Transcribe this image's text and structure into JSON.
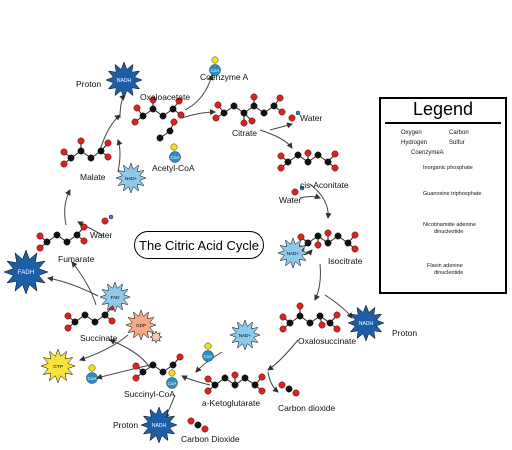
{
  "title": "The Citric Acid Cycle",
  "legend": {
    "title": "Legend",
    "oxygen": "Oxygen",
    "carbon": "Carbon",
    "hydrogen": "Hydrogen",
    "sulfur": "Sulfur",
    "coenzyme_a": "CoenzymeA",
    "pi_desc": "Inorganic phosphate",
    "gtp_desc": "Guanosine triphosphate",
    "nadh_desc_1": "Nicotinamide adenine",
    "nadh_desc_2": "dinucleotide",
    "fadh_desc_1": "Flavin adenine",
    "fadh_desc_2": "dinucleotide"
  },
  "molecules": {
    "oxaloacetate": "Oxaloacetate",
    "coenzyme_a": "Coenzyme A",
    "acetyl_coa": "Acetyl-CoA",
    "citrate": "Citrate",
    "cis_aconitate": "cis-Aconitate",
    "isocitrate": "Isocitrate",
    "oxalosuccinate": "Oxalosuccinate",
    "a_ketoglutarate": "a-Ketoglutarate",
    "succinyl_coa": "Succinyl-CoA",
    "succinate": "Succinate",
    "fumarate": "Fumarate",
    "malate": "Malate"
  },
  "byproducts": {
    "proton_top": "Proton",
    "water_citrate": "Water",
    "water_aconitate": "Water",
    "water_fumarate": "Water",
    "proton_right": "Proton",
    "carbon_dioxide_1": "Carbon dioxide",
    "proton_bottom": "Proton",
    "carbon_dioxide_2": "Carbon Dioxide"
  },
  "badges": {
    "nadh": "NADH",
    "nad": "NAD+",
    "fad": "FAD",
    "fadh": "FADH",
    "gdp": "GDP",
    "gtp": "GTP",
    "pi": "Pi",
    "coa": "CoA"
  },
  "colors": {
    "oxygen": "#e0201e",
    "carbon": "#111111",
    "hydrogen": "#2a8fc4",
    "sulfur": "#f2e21a",
    "nadh": "#1c5fa8",
    "nad": "#8ec9ec",
    "gtp": "#f7e43a",
    "gdp": "#f6a98a",
    "pi": "#f7c7b0"
  }
}
